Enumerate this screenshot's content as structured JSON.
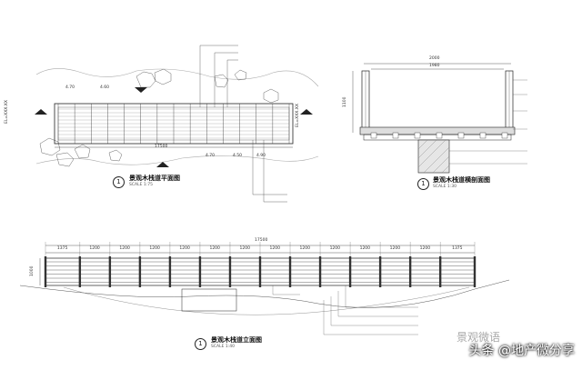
{
  "plan": {
    "title": "景观木栈道平面图",
    "scale": "SCALE 1:75",
    "number": "1",
    "total_length": "17500",
    "dims_top": [
      "4.70",
      "4.60"
    ],
    "dims_bottom": [
      "4.70",
      "4.50",
      "4.90"
    ],
    "level_left": "EL=XXX.XX",
    "level_right": "EL=XXX.XX"
  },
  "section": {
    "title": "景观木栈道横剖面图",
    "scale": "SCALE 1:30",
    "number": "1",
    "width_outer": "2000",
    "width_inner": "1980",
    "height": "1100"
  },
  "elevation": {
    "title": "景观木栈道立面图",
    "scale": "SCALE 1:40",
    "number": "1",
    "total_length": "17500",
    "spans": [
      "1375",
      "1200",
      "1200",
      "1200",
      "1200",
      "1200",
      "1200",
      "1200",
      "1200",
      "1200",
      "1200",
      "1200",
      "1200",
      "1375"
    ],
    "height": "1000"
  },
  "watermark": {
    "text": "头条 @地产微分享",
    "faint": "景观微语"
  }
}
